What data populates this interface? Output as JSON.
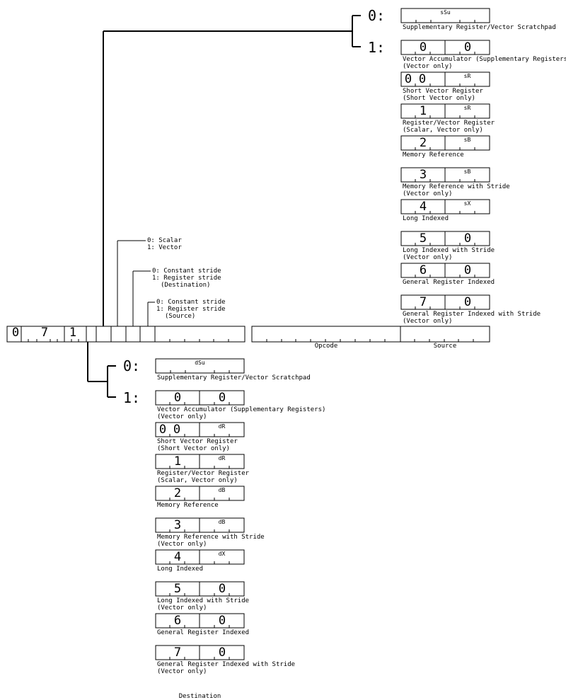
{
  "main_word": {
    "prefix_values": [
      "0",
      "7",
      "1"
    ],
    "field_labels": [
      "Destination",
      "Opcode",
      "Source"
    ]
  },
  "mode_bits": {
    "vector": [
      "0: Scalar",
      "1: Vector"
    ],
    "dest_stride": [
      "0: Constant stride",
      "1: Register stride",
      "(Destination)"
    ],
    "src_stride": [
      "0: Constant stride",
      "1: Register stride",
      "(Source)"
    ]
  },
  "source": {
    "selector_0": "0:",
    "selector_1": "1:",
    "scratchpad": {
      "code": "sSu",
      "desc": [
        "Supplementary Register/Vector Scratchpad"
      ]
    },
    "modes": [
      {
        "vals": [
          "0",
          "0"
        ],
        "code": "",
        "desc": [
          "Vector Accumulator (Supplementary Registers)",
          "(Vector only)"
        ]
      },
      {
        "vals": [
          "0",
          "0"
        ],
        "code": "sR",
        "desc": [
          "Short Vector Register",
          "(Short Vector only)"
        ]
      },
      {
        "vals": [
          "1"
        ],
        "code": "sR",
        "desc": [
          "Register/Vector Register",
          "(Scalar, Vector only)"
        ]
      },
      {
        "vals": [
          "2"
        ],
        "code": "sB",
        "desc": [
          "Memory Reference"
        ]
      },
      {
        "vals": [
          "3"
        ],
        "code": "sB",
        "desc": [
          "Memory Reference with Stride",
          "(Vector only)"
        ]
      },
      {
        "vals": [
          "4"
        ],
        "code": "sX",
        "desc": [
          "Long Indexed"
        ]
      },
      {
        "vals": [
          "5",
          "0"
        ],
        "code": "",
        "desc": [
          "Long Indexed with Stride",
          "(Vector only)"
        ]
      },
      {
        "vals": [
          "6",
          "0"
        ],
        "code": "",
        "desc": [
          "General Register Indexed"
        ]
      },
      {
        "vals": [
          "7",
          "0"
        ],
        "code": "",
        "desc": [
          "General Register Indexed with Stride",
          "(Vector only)"
        ]
      }
    ]
  },
  "destination": {
    "selector_0": "0:",
    "selector_1": "1:",
    "scratchpad": {
      "code": "dSu",
      "desc": [
        "Supplementary Register/Vector Scratchpad"
      ]
    },
    "modes": [
      {
        "vals": [
          "0",
          "0"
        ],
        "code": "",
        "desc": [
          "Vector Accumulator (Supplementary Registers)",
          "(Vector only)"
        ]
      },
      {
        "vals": [
          "0",
          "0"
        ],
        "code": "dR",
        "desc": [
          "Short Vector Register",
          "(Short Vector only)"
        ]
      },
      {
        "vals": [
          "1"
        ],
        "code": "dR",
        "desc": [
          "Register/Vector Register",
          "(Scalar, Vector only)"
        ]
      },
      {
        "vals": [
          "2"
        ],
        "code": "dB",
        "desc": [
          "Memory Reference"
        ]
      },
      {
        "vals": [
          "3"
        ],
        "code": "dB",
        "desc": [
          "Memory Reference with Stride",
          "(Vector only)"
        ]
      },
      {
        "vals": [
          "4"
        ],
        "code": "dX",
        "desc": [
          "Long Indexed"
        ]
      },
      {
        "vals": [
          "5",
          "0"
        ],
        "code": "",
        "desc": [
          "Long Indexed with Stride",
          "(Vector only)"
        ]
      },
      {
        "vals": [
          "6",
          "0"
        ],
        "code": "",
        "desc": [
          "General Register Indexed"
        ]
      },
      {
        "vals": [
          "7",
          "0"
        ],
        "code": "",
        "desc": [
          "General Register Indexed with Stride",
          "(Vector only)"
        ]
      }
    ]
  }
}
